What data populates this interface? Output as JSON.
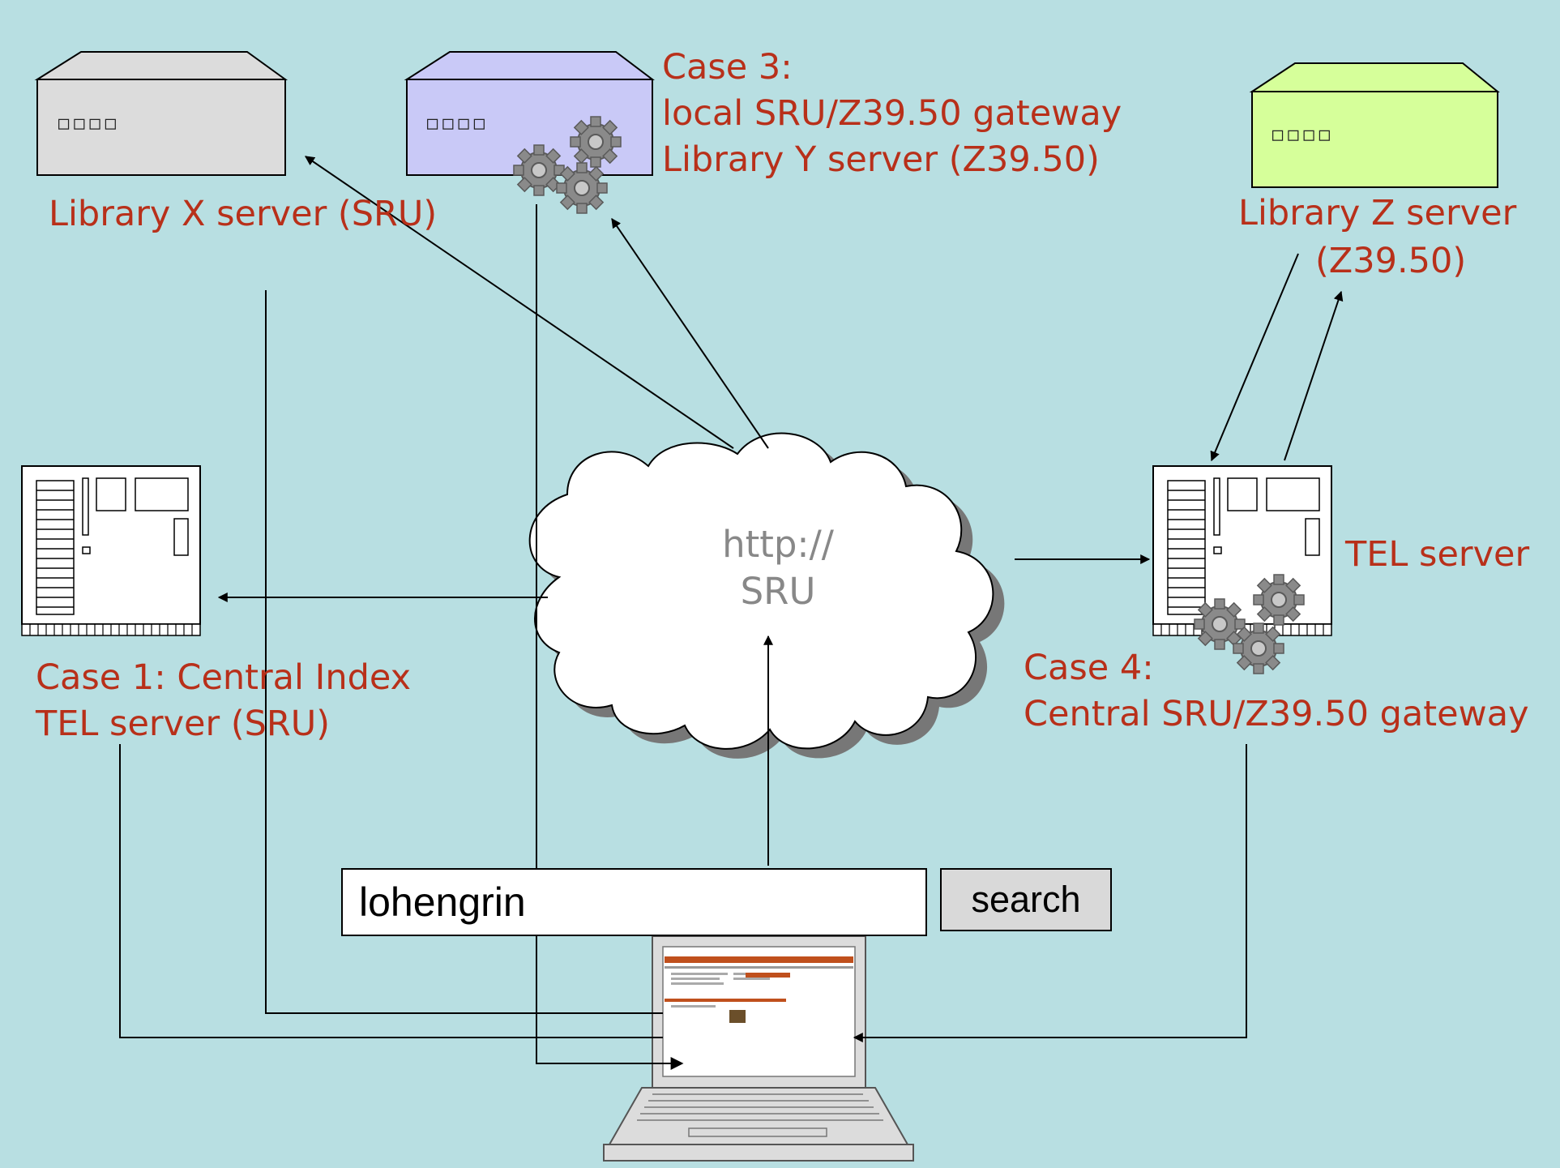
{
  "labels": {
    "library_x": "Library X server (SRU)",
    "case3_title": "Case 3:",
    "case3_line1": "local SRU/Z39.50 gateway",
    "case3_line2": "Library Y server (Z39.50)",
    "library_z_line1": "Library Z server",
    "library_z_line2": "(Z39.50)",
    "tel_server": "TEL server",
    "case1_line1": "Case 1: Central Index",
    "case1_line2": "TEL server (SRU)",
    "case4_title": "Case 4:",
    "case4_line1": "Central SRU/Z39.50 gateway"
  },
  "cloud": {
    "line1": "http://",
    "line2": "SRU"
  },
  "box_glyphs": {
    "library_x": "□□□□",
    "library_y": "□□□□",
    "library_z": "□□□□"
  },
  "search": {
    "query": "lohengrin",
    "button_label": "search"
  },
  "colors": {
    "background": "#b8dfe2",
    "label_text": "#b8301a",
    "library_x_box": "#dcdcdc",
    "library_y_box": "#c9c9f7",
    "library_z_box": "#d6ff9a",
    "gear": "#8a8a8a"
  },
  "icons": [
    "server-box-icon",
    "rack-server-icon",
    "gear-icon",
    "cloud-icon",
    "laptop-icon"
  ]
}
